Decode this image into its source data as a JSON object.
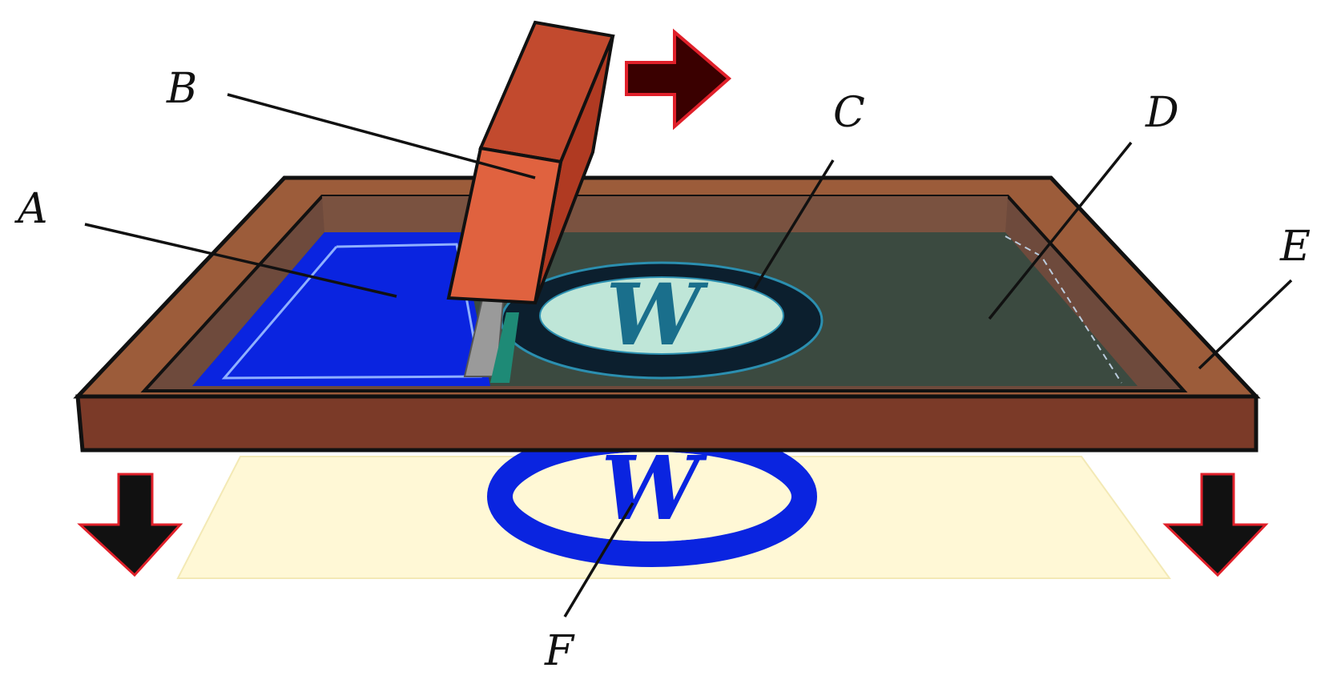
{
  "labels": {
    "a": "A",
    "b": "B",
    "c": "C",
    "d": "D",
    "e": "E",
    "f": "F"
  },
  "stencil_text": "W",
  "print_text": "W",
  "colors": {
    "frame": "#9c5c3a",
    "frame_front": "#7b3a28",
    "frame_inner": "#6e4a3c",
    "mesh": "#3b4a40",
    "ink": "#0a24e0",
    "squeegee": "#c24a2e",
    "squeegee_front": "#e0623f",
    "blade": "#9a9a9a",
    "ellipse_ring": "#0c1f2e",
    "ellipse_fill": "#bfe6d8",
    "substrate": "#fff8d6",
    "print_blue": "#0a24e0",
    "arrow_dark": "#3a0000",
    "arrow_red": "#e0202a"
  },
  "icons": {
    "motion_right": "arrow-right-icon",
    "press_down_left": "arrow-down-icon",
    "press_down_right": "arrow-down-icon"
  }
}
